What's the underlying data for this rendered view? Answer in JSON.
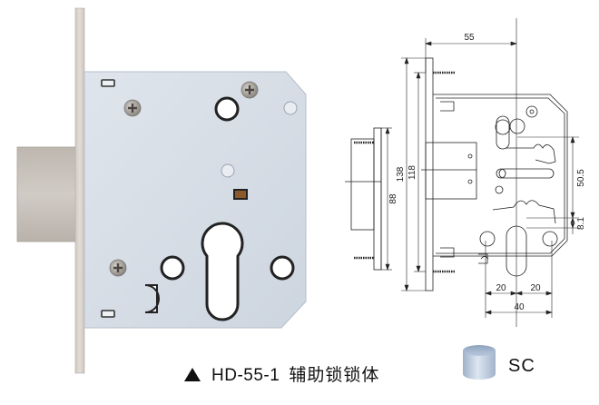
{
  "product": {
    "model": "HD-55-1",
    "name_cn": "辅助锁锁体",
    "marker": "▲"
  },
  "finish": {
    "code": "SC",
    "swatch_color": "#b9c8dc"
  },
  "drawing": {
    "dimensions": {
      "backset": "55",
      "faceplate_height": "138",
      "screw_spacing": "118",
      "strike_height": "88",
      "handle_to_cylinder": "50.5",
      "cylinder_offset": "8.1",
      "left_half": "20",
      "right_half": "20",
      "hole_spacing": "40"
    }
  },
  "colors": {
    "case": "#d6dde6",
    "faceplate": "#d9d4cc",
    "bolt": "#c8c2bb",
    "line": "#222222"
  }
}
